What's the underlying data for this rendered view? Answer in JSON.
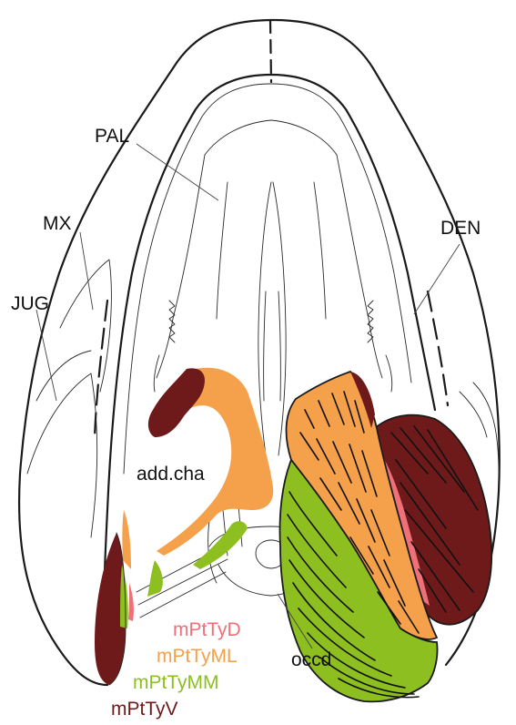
{
  "labels": {
    "pal": "PAL",
    "mx": "MX",
    "jug": "JUG",
    "den": "DEN",
    "add_cha": "add.cha",
    "occd": "occd"
  },
  "legend": [
    {
      "key": "mPtTyD",
      "text": "mPtTyD",
      "color": "#f0707a"
    },
    {
      "key": "mPtTyML",
      "text": "mPtTyML",
      "color": "#f5a04a"
    },
    {
      "key": "mPtTyMM",
      "text": "mPtTyMM",
      "color": "#8cbf1f"
    },
    {
      "key": "mPtTyV",
      "text": "mPtTyV",
      "color": "#6e1a1a"
    }
  ],
  "colors": {
    "mPtTyD": "#f0707a",
    "mPtTyML": "#f5a04a",
    "mPtTyMM": "#8cbf1f",
    "mPtTyV": "#6e1a1a",
    "outline": "#1a1a1a"
  }
}
